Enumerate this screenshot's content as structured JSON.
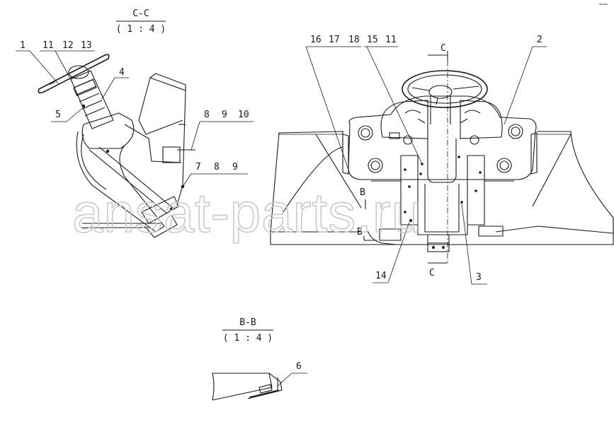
{
  "views": {
    "section_cc": {
      "title": "C-C",
      "scale": "( 1 : 4 )"
    },
    "section_bb": {
      "title": "B-B",
      "scale": "( 1 : 4 )"
    }
  },
  "section_markers": {
    "c_top": "C",
    "c_bottom": "C",
    "b_top": "B",
    "b_bottom": "B"
  },
  "callouts": {
    "cc": {
      "n1": "1",
      "n11": "11",
      "n12": "12",
      "n13": "13",
      "n4": "4",
      "n5": "5",
      "n8a": "8",
      "n9a": "9",
      "n10": "10",
      "n7": "7",
      "n8b": "8",
      "n9b": "9"
    },
    "front": {
      "n16": "16",
      "n17": "17",
      "n18": "18",
      "n15": "15",
      "n11": "11",
      "n2": "2",
      "n14": "14",
      "n3": "3"
    },
    "bb": {
      "n6": "6"
    }
  },
  "watermark": "ansat-parts.ru"
}
